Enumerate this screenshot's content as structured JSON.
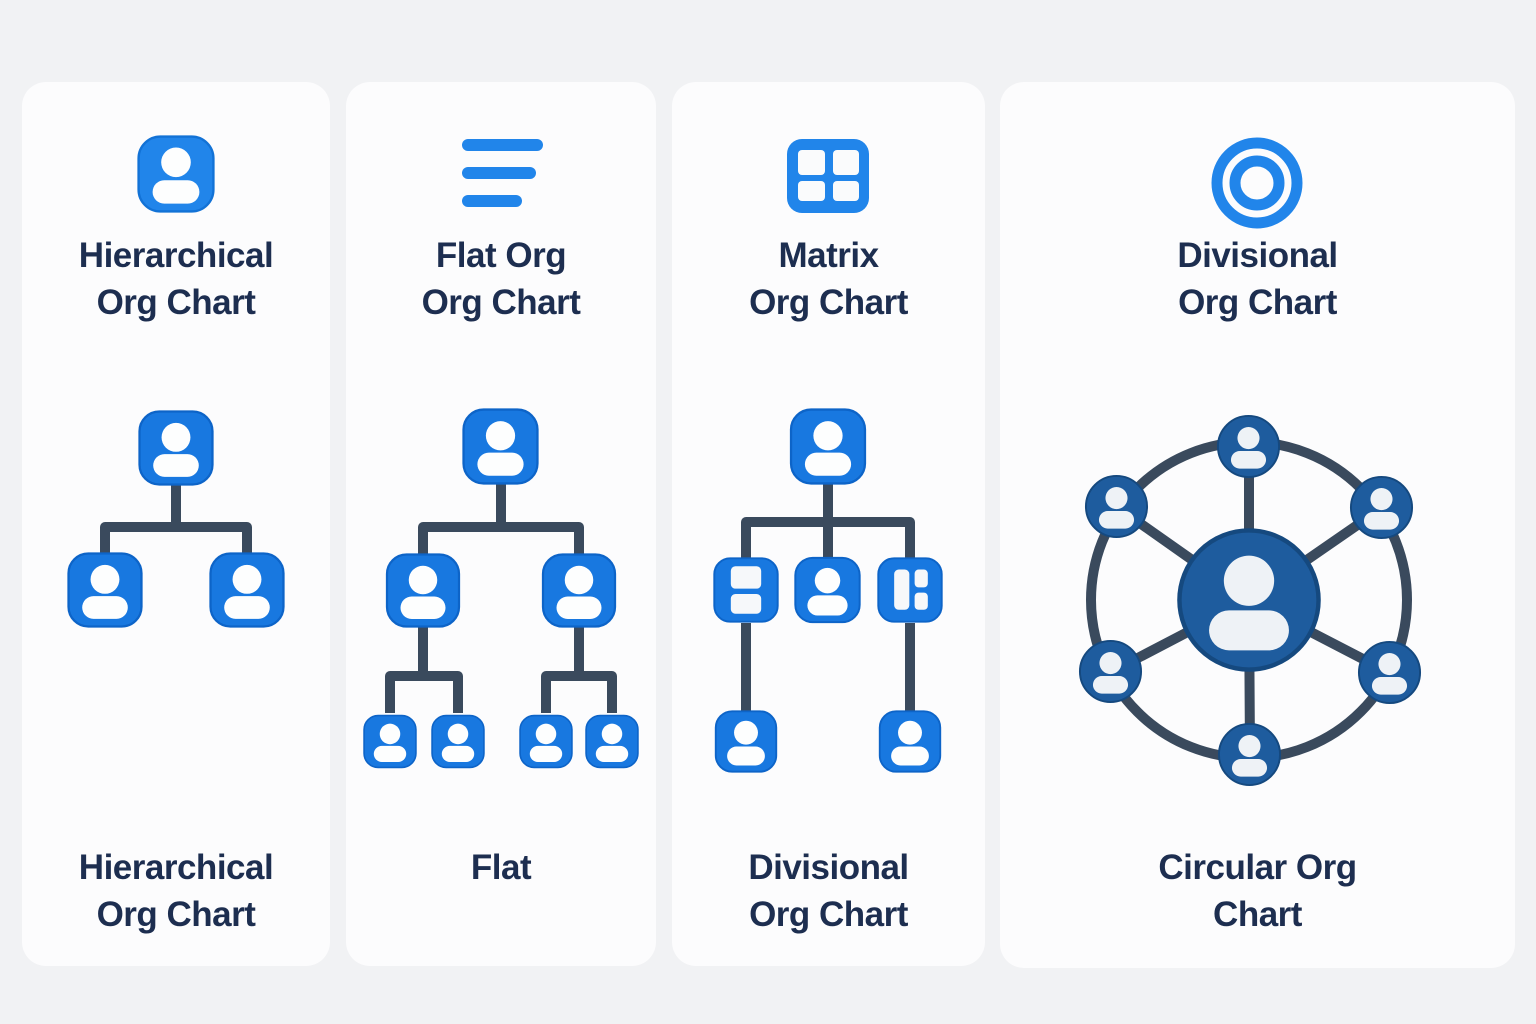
{
  "colors": {
    "page_background": "#f1f2f4",
    "card_background": "#fcfcfd",
    "node_blue": "#1878e0",
    "header_icon_blue": "#2185ea",
    "dark_circle_blue": "#1e5c9e",
    "connector": "#3a4a5d",
    "text_navy": "#1d2e50"
  },
  "cards": [
    {
      "id": "hierarchical",
      "icon": "person-badge-icon",
      "title_line1": "Hierarchical",
      "title_line2": "Org Chart",
      "diagram": {
        "type": "tree",
        "levels": 2,
        "nodes": 3,
        "description": "one manager with two reports"
      },
      "bottom_line1": "Hierarchical",
      "bottom_line2": "Org Chart"
    },
    {
      "id": "flat",
      "icon": "menu-lines-icon",
      "title_line1": "Flat Org",
      "title_line2": "Org Chart",
      "diagram": {
        "type": "tree",
        "levels": 3,
        "nodes": 7,
        "description": "root, two managers, four reports"
      },
      "bottom_line1": "Flat",
      "bottom_line2": ""
    },
    {
      "id": "matrix",
      "icon": "grid-icon",
      "title_line1": "Matrix",
      "title_line2": "Org Chart",
      "diagram": {
        "type": "tree",
        "levels": 3,
        "nodes": 6,
        "description": "root, three departments (list, person, layout), two reports"
      },
      "bottom_line1": "Divisional",
      "bottom_line2": "Org Chart"
    },
    {
      "id": "divisional",
      "icon": "concentric-circles-icon",
      "title_line1": "Divisional",
      "title_line2": "Org Chart",
      "diagram": {
        "type": "radial",
        "nodes": 7,
        "description": "central person connected to six people on an outer ring"
      },
      "bottom_line1": "Circular Org",
      "bottom_line2": "Chart"
    }
  ]
}
